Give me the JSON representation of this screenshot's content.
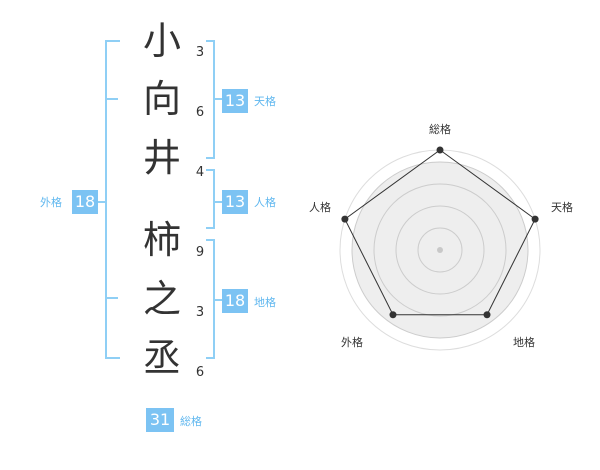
{
  "name": {
    "chars": [
      "小",
      "向",
      "井",
      "柿",
      "之",
      "丞"
    ],
    "strokes": [
      "3",
      "6",
      "4",
      "9",
      "3",
      "6"
    ]
  },
  "kaku": {
    "tenkaku": {
      "value": "13",
      "label": "天格"
    },
    "jinkaku": {
      "value": "13",
      "label": "人格"
    },
    "chikaku": {
      "value": "18",
      "label": "地格"
    },
    "gaikaku": {
      "value": "18",
      "label": "外格"
    },
    "soukaku": {
      "value": "31",
      "label": "総格"
    }
  },
  "radar": {
    "labels": [
      "総格",
      "天格",
      "地格",
      "外格",
      "人格"
    ],
    "values": [
      5,
      5,
      4,
      4,
      5
    ],
    "max": 5
  },
  "colors": {
    "accent": "#7cc3f3",
    "accent_text": "#5fb7ef",
    "bracket": "#8fcff5"
  }
}
